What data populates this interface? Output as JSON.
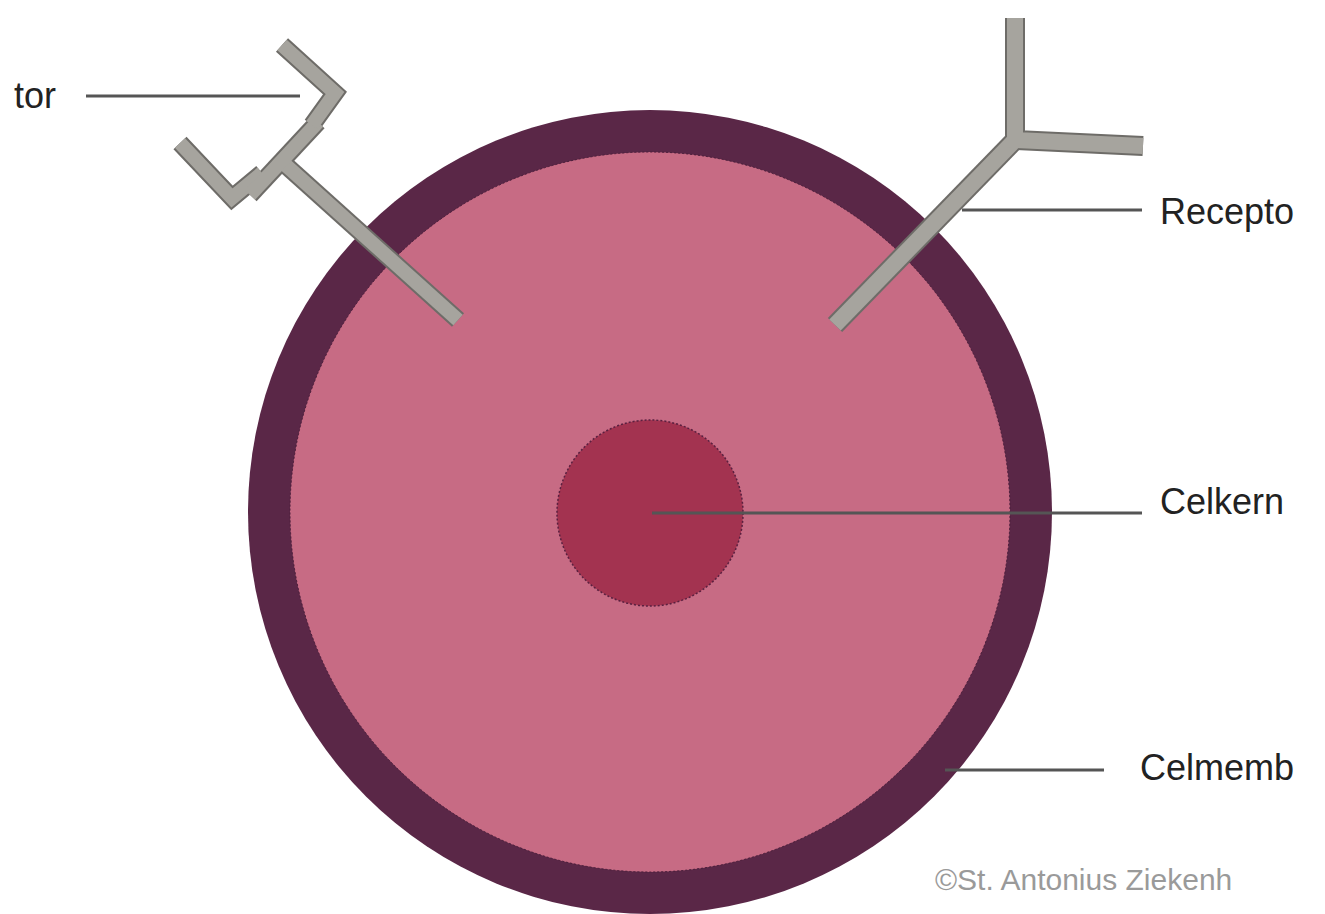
{
  "diagram": {
    "labels": [
      "tor",
      "Recepto",
      "Celkern",
      "Celmemb",
      "©St. Antonius Ziekenh"
    ]
  }
}
